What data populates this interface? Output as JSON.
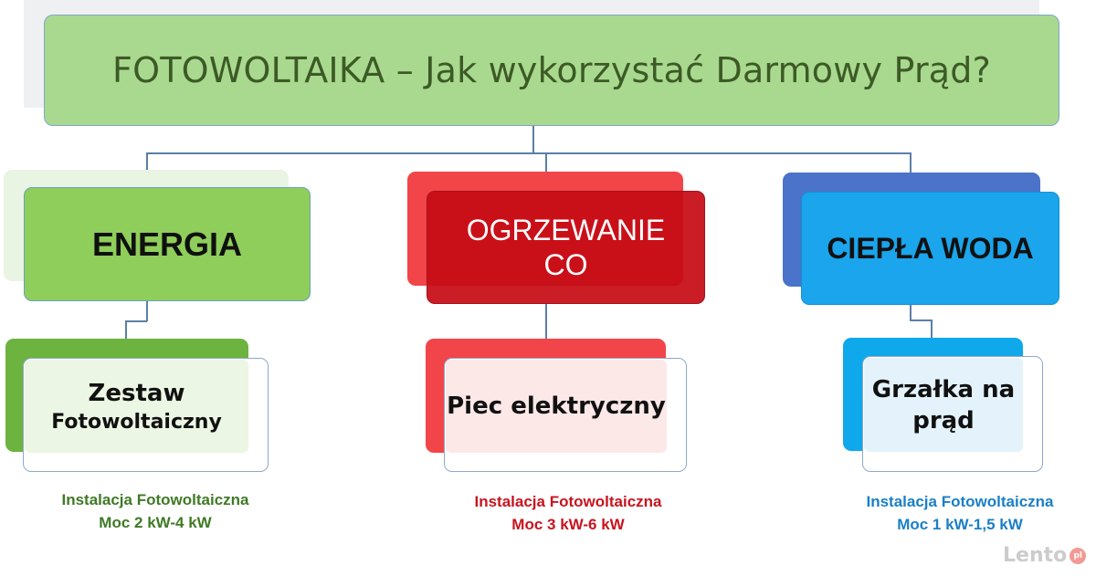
{
  "title": "FOTOWOLTAIKA – Jak wykorzystać Darmowy Prąd?",
  "branches": [
    {
      "label": "ENERGIA",
      "sub_label_line1": "Zestaw",
      "sub_label_line2": "Fotowoltaiczny",
      "caption_line1": "Instalacja Fotowoltaiczna",
      "caption_line2": "Moc 2 kW-4 kW",
      "color": "#8fce5a"
    },
    {
      "label_line1": "OGRZEWANIE",
      "label_line2": "CO",
      "sub_label": "Piec elektryczny",
      "caption_line1": "Instalacja Fotowoltaiczna",
      "caption_line2": "Moc 3 kW-6 kW",
      "color": "#c60c16"
    },
    {
      "label": "CIEPŁA WODA",
      "sub_label_line1": "Grzałka na",
      "sub_label_line2": "prąd",
      "caption_line1": "Instalacja Fotowoltaiczna",
      "caption_line2": "Moc 1 kW-1,5 kW",
      "color": "#1aa5ec"
    }
  ],
  "watermark": {
    "text": "Lento",
    "badge": "pl"
  }
}
